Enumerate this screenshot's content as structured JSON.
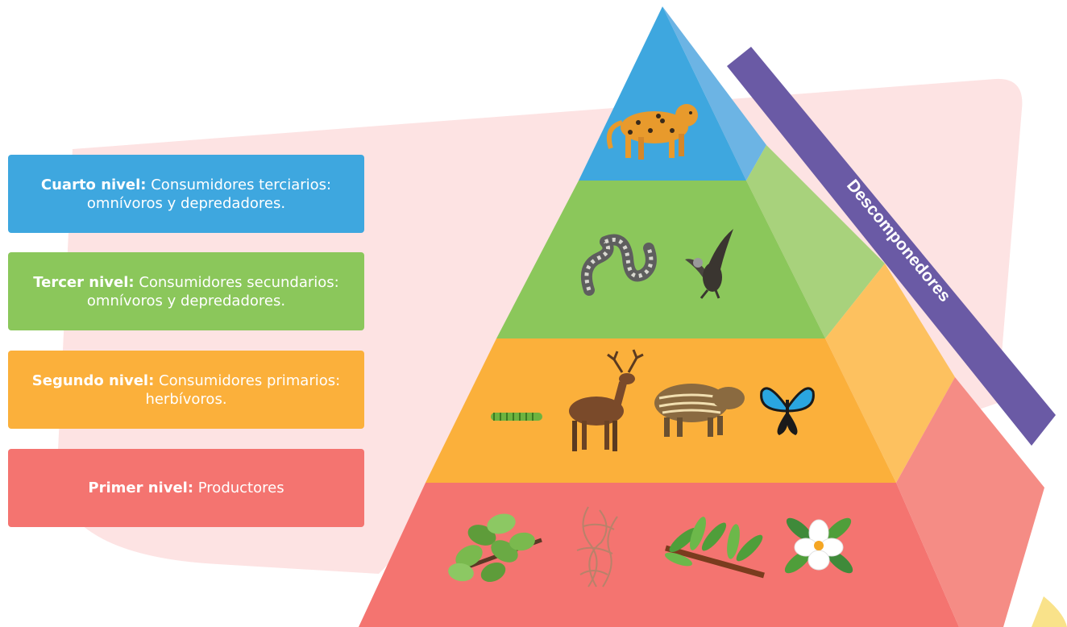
{
  "levels": [
    {
      "heading": "Cuarto nivel:",
      "text": "Consumidores terciarios: omnívoros y depredadores.",
      "color": "#3ea7df",
      "side_color": "#6cb4e4"
    },
    {
      "heading": "Tercer nivel:",
      "text": "Consumidores secundarios: omnívoros y depredadores.",
      "color": "#8bc75b",
      "side_color": "#a8d27c"
    },
    {
      "heading": "Segundo nivel:",
      "text": "Consumidores primarios: herbívoros.",
      "color": "#fbb03b",
      "side_color": "#fdc15f"
    },
    {
      "heading": "Primer nivel:",
      "text": "Productores",
      "color": "#f47470",
      "side_color": "#f58c85"
    }
  ],
  "decomposers": {
    "label": "Descomponedores",
    "color": "#6a5aa5"
  },
  "level_icons": {
    "cuarto": [
      "jaguar-icon"
    ],
    "tercer": [
      "snake-icon",
      "eagle-icon"
    ],
    "segundo": [
      "caterpillar-icon",
      "deer-icon",
      "boar-icon",
      "butterfly-icon"
    ],
    "primer": [
      "leafy-branch-icon",
      "dry-plant-icon",
      "olive-branch-icon",
      "magnolia-flower-icon"
    ]
  },
  "colors": {
    "background_blob": "#fde3e3"
  }
}
